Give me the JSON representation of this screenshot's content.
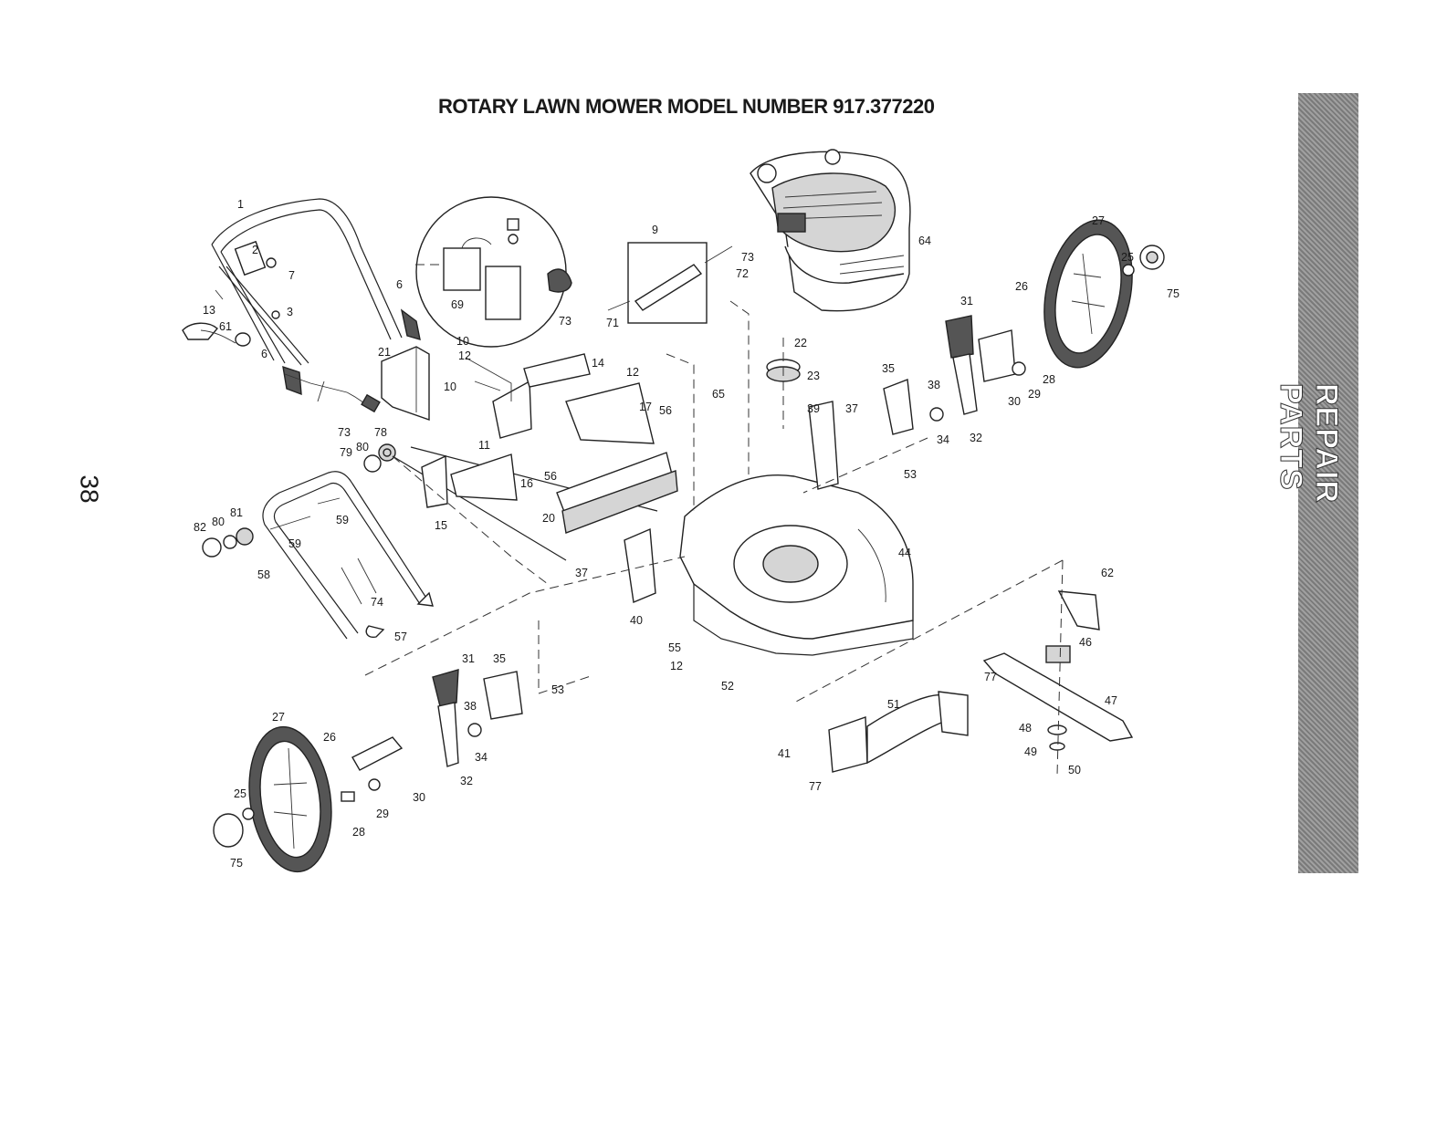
{
  "title": "ROTARY LAWN MOWER MODEL NUMBER 917.377220",
  "page_number": "38",
  "side_tab": "REPAIR PARTS",
  "callouts": {
    "c1": "1",
    "c2": "2",
    "c7": "7",
    "c13": "13",
    "c3": "3",
    "c61": "61",
    "c6a": "6",
    "c6b": "6",
    "c73a": "73",
    "c69": "69",
    "c21": "21",
    "c78": "78",
    "c79": "79",
    "c80a": "80",
    "c82": "82",
    "c80b": "80",
    "c81": "81",
    "c59a": "59",
    "c59b": "59",
    "c58": "58",
    "c74": "74",
    "c57": "57",
    "c10a": "10",
    "c12a": "12",
    "c14": "14",
    "c12b": "12",
    "c10b": "10",
    "c17": "17",
    "c56a": "56",
    "c11": "11",
    "c16": "16",
    "c15": "15",
    "c56b": "56",
    "c20": "20",
    "c9": "9",
    "c73b": "73",
    "c72": "72",
    "c73c": "73",
    "c71": "71",
    "c65": "65",
    "c64": "64",
    "c22": "22",
    "c23": "23",
    "c39": "39",
    "c37a": "37",
    "c35a": "35",
    "c38a": "38",
    "c34a": "34",
    "c32a": "32",
    "c31a": "31",
    "c26a": "26",
    "c30a": "30",
    "c29a": "29",
    "c28a": "28",
    "c27a": "27",
    "c25a": "25",
    "c75a": "75",
    "c53a": "53",
    "c44": "44",
    "c62": "62",
    "c46": "46",
    "c47": "47",
    "c48": "48",
    "c49": "49",
    "c50": "50",
    "c37b": "37",
    "c40": "40",
    "c55": "55",
    "c12c": "12",
    "c52": "52",
    "c53b": "53",
    "c51": "51",
    "c77a": "77",
    "c41": "41",
    "c77b": "77",
    "c31b": "31",
    "c35b": "35",
    "c38b": "38",
    "c34b": "34",
    "c32b": "32",
    "c27b": "27",
    "c26b": "26",
    "c30b": "30",
    "c29b": "29",
    "c28b": "28",
    "c25b": "25",
    "c75b": "75"
  }
}
